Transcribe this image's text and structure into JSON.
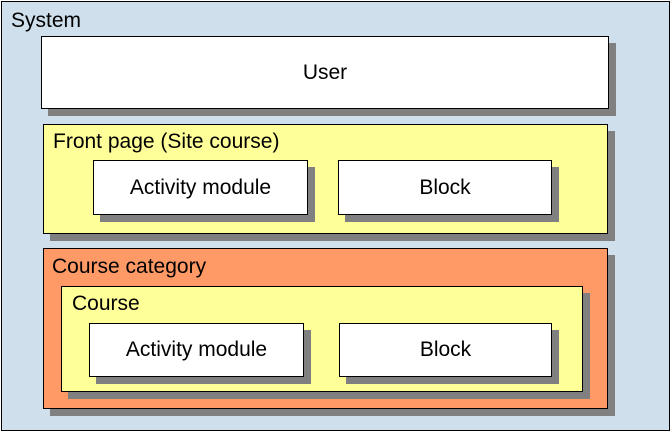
{
  "system": {
    "label": "System"
  },
  "user": {
    "label": "User"
  },
  "front_page": {
    "label": "Front page (Site course)",
    "activity_module": "Activity module",
    "block": "Block"
  },
  "course_category": {
    "label": "Course category",
    "course": {
      "label": "Course",
      "activity_module": "Activity module",
      "block": "Block"
    }
  },
  "colors": {
    "system_bg": "#cfe0ec",
    "box_white": "#ffffff",
    "yellow": "#ffff99",
    "orange": "#ff9966",
    "shadow": "#808080"
  }
}
